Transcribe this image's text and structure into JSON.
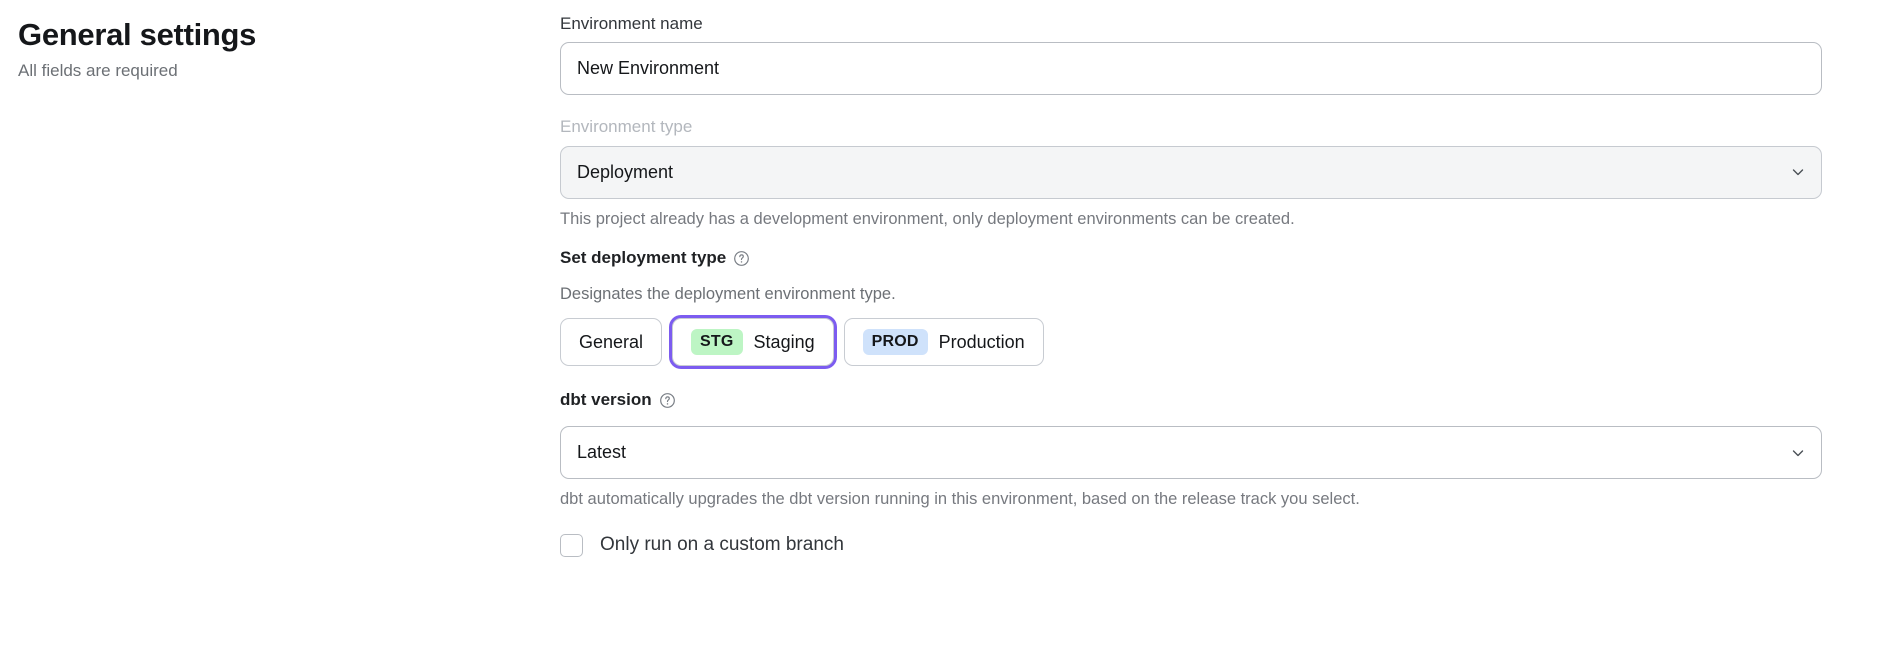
{
  "header": {
    "title": "General settings",
    "subtitle": "All fields are required"
  },
  "form": {
    "environment_name": {
      "label": "Environment name",
      "value": "New Environment",
      "placeholder": ""
    },
    "environment_type": {
      "label": "Environment type",
      "value": "Deployment",
      "disabled": true,
      "hint": "This project already has a development environment, only deployment environments can be created.",
      "chevron_icon": "chevron-down-icon"
    },
    "deployment_type": {
      "label": "Set deployment type",
      "help_icon": "question-circle-icon",
      "description": "Designates the deployment environment type.",
      "options": [
        {
          "badge": "",
          "label": "General",
          "selected": false,
          "focused": false
        },
        {
          "badge": "STG",
          "label": "Staging",
          "selected": true,
          "focused": true
        },
        {
          "badge": "PROD",
          "label": "Production",
          "selected": false,
          "focused": false
        }
      ]
    },
    "dbt_version": {
      "label": "dbt version",
      "help_icon": "question-circle-icon",
      "value": "Latest",
      "hint": "dbt automatically upgrades the dbt version running in this environment, based on the release track you select.",
      "chevron_icon": "chevron-down-icon"
    },
    "custom_branch": {
      "label": "Only run on a custom branch",
      "checked": false
    }
  },
  "colors": {
    "focus_ring": "#7c5cf0",
    "badge_staging_bg": "#bdf5c4",
    "badge_production_bg": "#cfe2fb",
    "disabled_field_bg": "#f4f5f6"
  }
}
